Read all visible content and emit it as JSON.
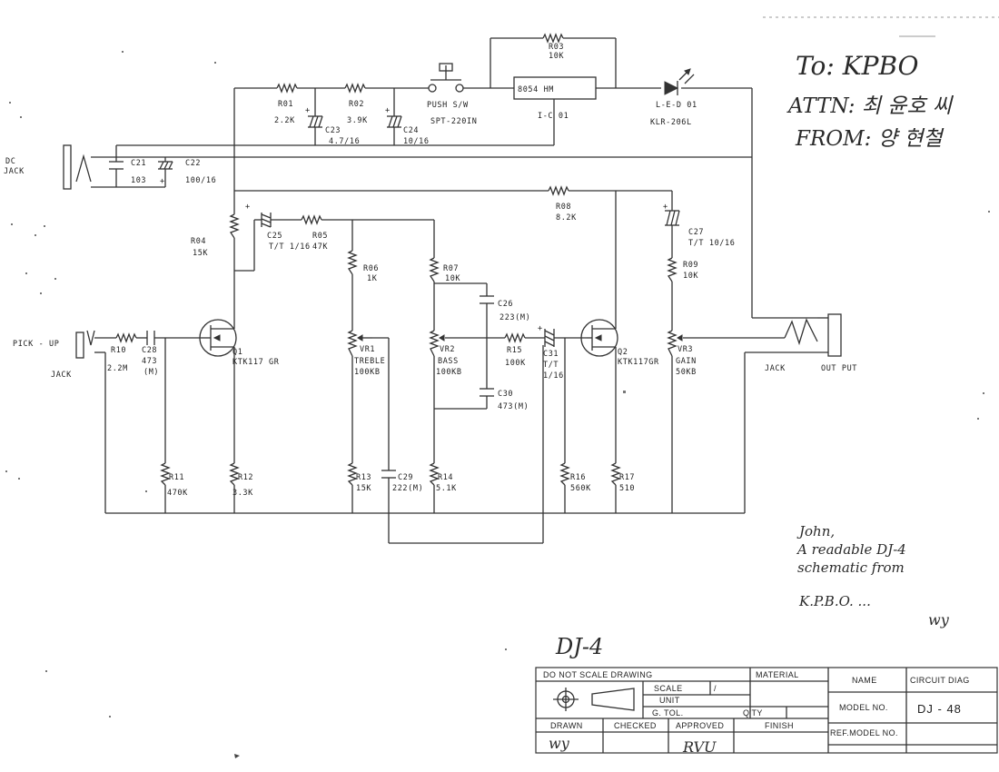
{
  "notes": {
    "to": "To: KPBO",
    "attn": "ATTN: 최 윤호 씨",
    "from": "FROM: 양 현철",
    "john_1": "John,",
    "john_2": "A readable DJ-4",
    "john_3": "schematic from",
    "john_4": "K.P.B.O. ...",
    "initials": "wy",
    "model_hand": "DJ-4"
  },
  "components": {
    "R01": "R01",
    "R01_val": "2.2K",
    "R02": "R02",
    "R02_val": "3.9K",
    "R03": "R03",
    "R03_val": "10K",
    "R04": "R04",
    "R04_val": "15K",
    "R05": "R05",
    "R05_val": "47K",
    "R06": "R06",
    "R06_val": "1K",
    "R07": "R07",
    "R07_val": "10K",
    "R08": "R08",
    "R08_val": "8.2K",
    "R09": "R09",
    "R09_val": "10K",
    "R10": "R10",
    "R10_val": "2.2M",
    "R11": "R11",
    "R11_val": "470K",
    "R12": "R12",
    "R12_val": "3.3K",
    "R13": "R13",
    "R13_val": "15K",
    "R14": "R14",
    "R14_val": "5.1K",
    "R15": "R15",
    "R15_val": "100K",
    "R16": "R16",
    "R16_val": "560K",
    "R17": "R17",
    "R17_val": "510",
    "C21": "C21",
    "C21_val": "103",
    "C22": "C22",
    "C22_val": "100/16",
    "C23": "C23",
    "C23_val": "4.7/16",
    "C24": "C24",
    "C24_val": "10/16",
    "C25": "C25",
    "C25_val": "T/T 1/16",
    "C26": "C26",
    "C26_val": "223(M)",
    "C27": "C27",
    "C27_val": "T/T 10/16",
    "C28": "C28",
    "C28_val": "473",
    "C28_val2": "(M)",
    "C29": "C29",
    "C29_val": "222(M)",
    "C30": "C30",
    "C30_val": "473(M)",
    "C31": "C31",
    "C31_val1": "T/T",
    "C31_val2": "1/16",
    "VR1": "VR1",
    "VR1_name": "TREBLE",
    "VR1_val": "100KB",
    "VR2": "VR2",
    "VR2_name": "BASS",
    "VR2_val": "100KB",
    "VR3": "VR3",
    "VR3_name": "GAIN",
    "VR3_val": "50KB",
    "Q1": "Q1",
    "Q1_val": "KTK117 GR",
    "Q2": "Q2",
    "Q2_val": "KTK117GR",
    "IC": "8054 HM",
    "IC_ref": "I-C 01",
    "LED": "L-E-D 01",
    "LED_val": "KLR-206L",
    "push": "PUSH  S/W",
    "push_val": "SPT-220IN",
    "dc_jack_1": "DC",
    "dc_jack_2": "JACK",
    "pickup_1": "PICK - UP",
    "pickup_2": "JACK",
    "output_1": "JACK",
    "output_2": "OUT PUT",
    "plus": "+"
  },
  "title_block": {
    "no_scale": "DO NOT SCALE DRAWING",
    "material": "MATERIAL",
    "scale": "SCALE",
    "scale_val": "/",
    "unit": "UNIT",
    "g_tol": "G. TOL.",
    "qty": "Q'TY",
    "drawn": "DRAWN",
    "checked": "CHECKED",
    "approved": "APPROVED",
    "finish": "FINISH",
    "name": "NAME",
    "name_val": "CIRCUIT DIAG",
    "model_no": "MODEL NO.",
    "model_val": "DJ - 48",
    "ref_model": "REF.MODEL NO.",
    "drawn_sig": "wy",
    "approved_sig": "RVU"
  }
}
